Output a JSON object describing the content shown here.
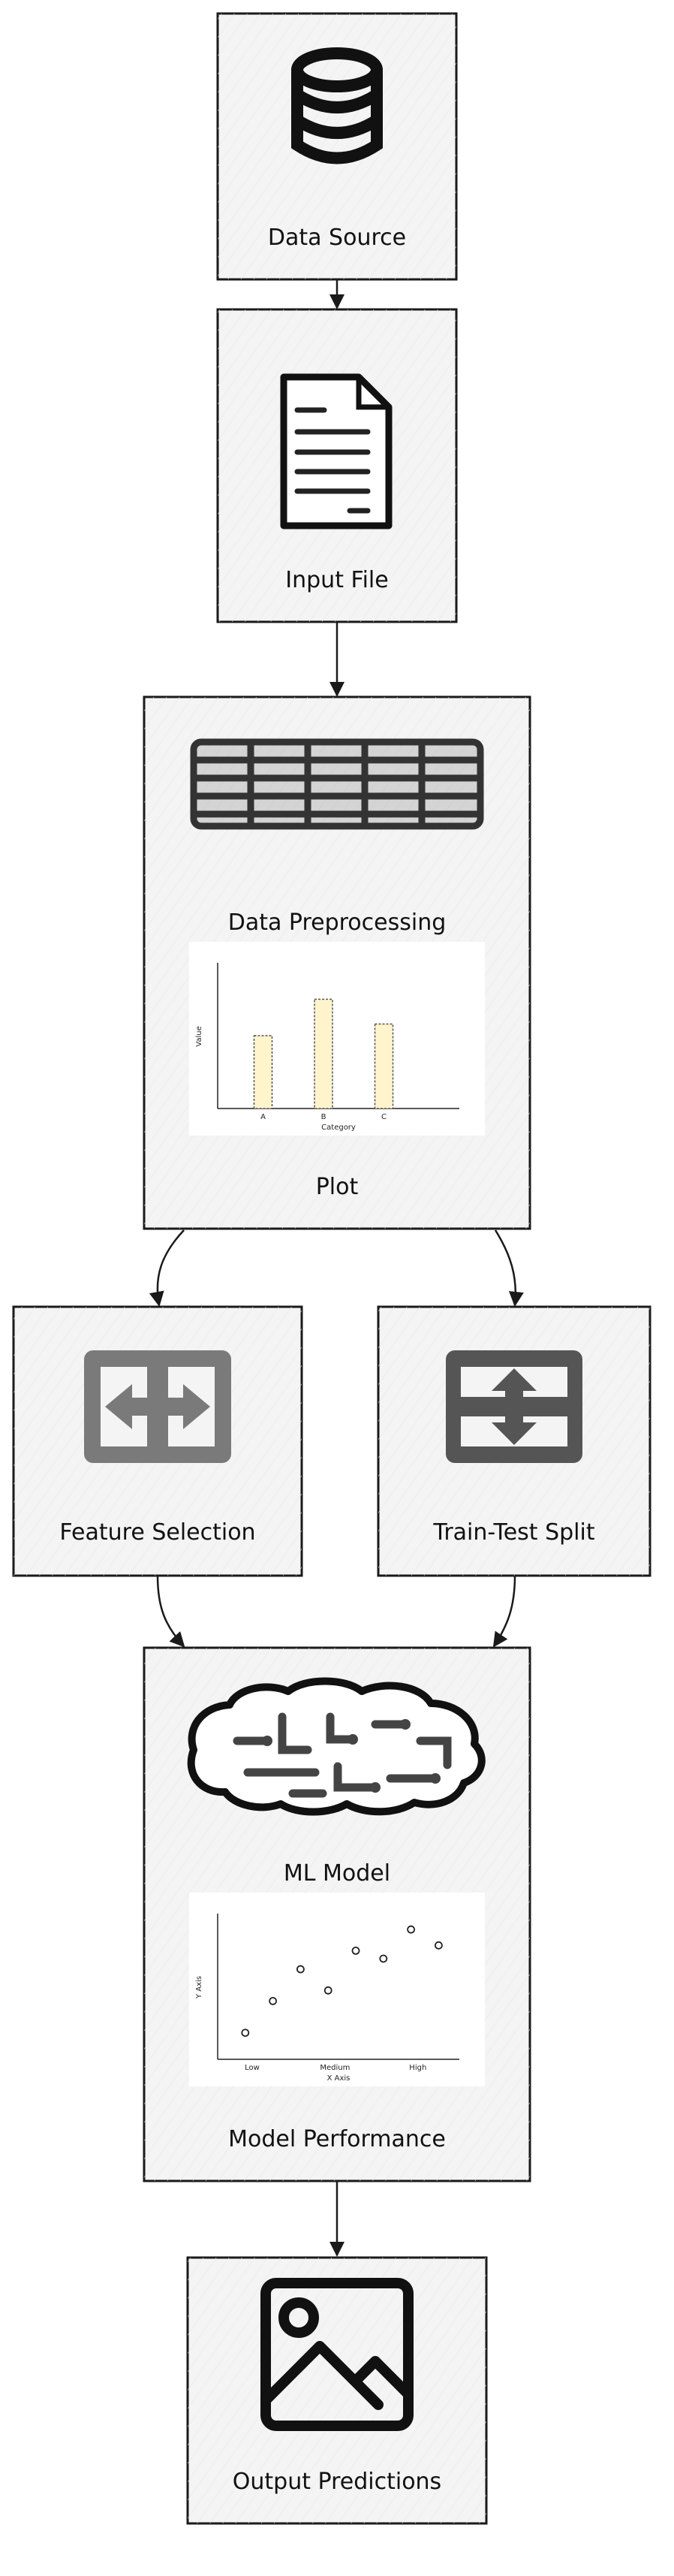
{
  "nodes": {
    "data_source": "Data Source",
    "input_file": "Input File",
    "preprocessing": "Data Preprocessing",
    "plot": "Plot",
    "feature_selection": "Feature Selection",
    "train_test_split": "Train-Test Split",
    "ml_model": "ML Model",
    "model_performance": "Model Performance",
    "output_predictions": "Output Predictions"
  },
  "icons": {
    "data_source": "database-icon",
    "input_file": "document-icon",
    "preprocessing": "table-icon",
    "feature_selection": "horizontal-arrows-icon",
    "train_test_split": "vertical-arrows-icon",
    "ml_model": "brain-icon",
    "output_predictions": "image-icon"
  },
  "chart_data": [
    {
      "type": "bar",
      "categories": [
        "A",
        "B",
        "C"
      ],
      "values": [
        50,
        75,
        58
      ],
      "ylim": [
        0,
        100
      ],
      "xlabel": "Category",
      "ylabel": "Value",
      "bar_color": "#fff4cc"
    },
    {
      "type": "scatter",
      "categories": [
        "Low",
        "Medium",
        "High"
      ],
      "x": [
        0.1,
        0.5,
        0.9,
        1.3,
        1.7,
        2.1,
        2.5,
        2.9
      ],
      "y": [
        1.0,
        2.2,
        3.4,
        2.6,
        4.1,
        3.8,
        4.9,
        4.3
      ],
      "xlim": [
        -0.3,
        3.2
      ],
      "ylim": [
        0,
        5.5
      ],
      "xlabel": "X Axis",
      "ylabel": "Y Axis"
    }
  ]
}
